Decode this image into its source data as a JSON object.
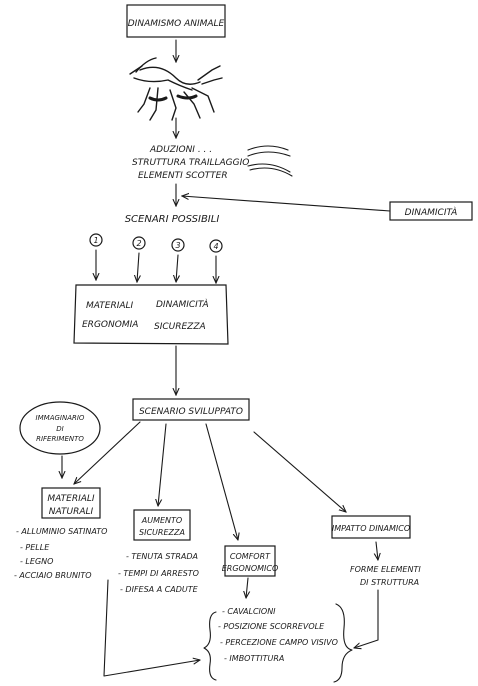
{
  "nodes": {
    "top": "DINAMISMO ANIMALE",
    "features": [
      "ADUZIONI . . .",
      "STRUTTURA TRAILLAGGIO",
      "ELEMENTI SCOTTER"
    ],
    "dinamicita_side": "DINAMICITÀ",
    "scenari": "SCENARI POSSIBILI",
    "numbers": [
      "1",
      "2",
      "3",
      "4"
    ],
    "criteria": [
      "MATERIALI",
      "DINAMICITÀ",
      "ERGONOMIA",
      "SICUREZZA"
    ],
    "scenario_sviluppato": "SCENARIO SVILUPPATO",
    "immaginario": [
      "IMMAGINARIO",
      "DI",
      "RIFERIMENTO"
    ],
    "materiali_box": [
      "MATERIALI",
      "NATURALI"
    ],
    "materiali_items": [
      "- ALLUMINIO SATINATO",
      "- PELLE",
      "- LEGNO",
      "- ACCIAIO BRUNITO"
    ],
    "sicurezza_box": [
      "AUMENTO",
      "SICUREZZA"
    ],
    "sicurezza_items": [
      "- TENUTA STRADA",
      "- TEMPI DI ARRESTO",
      "- DIFESA A CADUTE"
    ],
    "comfort_box": [
      "COMFORT",
      "ERGONOMICO"
    ],
    "comfort_items": [
      "- CAVALCIONI",
      "- POSIZIONE SCORREVOLE",
      "- PERCEZIONE CAMPO VISIVO",
      "- IMBOTTITURA"
    ],
    "impatto_box": "IMPATTO DINAMICO",
    "impatto_items": [
      "FORME ELEMENTI",
      "DI STRUTTURA"
    ]
  }
}
